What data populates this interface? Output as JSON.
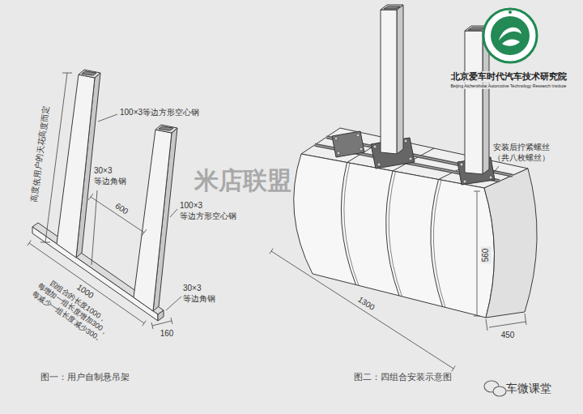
{
  "diagram": {
    "labels": [
      "100×3等边方形空心钢",
      "高度依用户的天花高度而定",
      "600",
      "100×3 等边方形空心钢",
      "30×3 等边角钢",
      "1000",
      "四组合的长度1000，每增加一组长度增加300，每减少一组长度减少300。",
      "30×3 等边角钢",
      "160",
      "米店联盟",
      "北京爱车时代汽车技术研究院",
      "Beijing Aichershidai Automotive Technology Research Institute",
      "安装后拧紧螺丝 （共八枚螺丝）",
      "560",
      "1300",
      "450",
      "图一：用户自制悬吊架",
      "图二：四组合安装示意图",
      "车微课堂"
    ]
  }
}
